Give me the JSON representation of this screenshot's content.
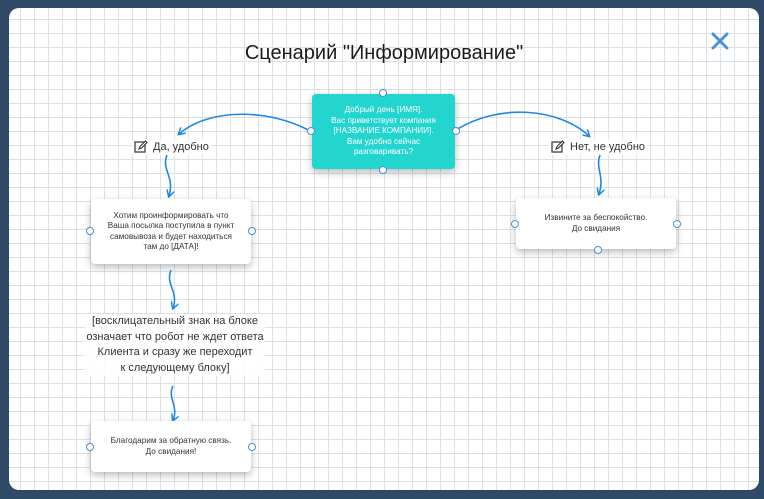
{
  "title": "Сценарий \"Информирование\"",
  "icons": {
    "close": "close-icon",
    "edit": "edit-icon"
  },
  "colors": {
    "start_node": "#22d5cf",
    "connector": "#1e88e5",
    "background": "#2e4a66"
  },
  "nodes": {
    "start": "Добрый день [ИМЯ].\nВас приветствует компания\n[НАЗВАНИЕ КОМПАНИИ].\nВам удобно сейчас\nразговаривать?",
    "inform": "Хотим проинформировать что\nВаша посылка поступила в пункт\nсамовывоза и будет  находиться\nтам до [ДАТА]!",
    "sorry": "Извините за беспокойство.\nДо свидания",
    "thanks": "Благодарим за обратную связь.\nДо свидания!"
  },
  "options": {
    "yes": "Да, удобно",
    "no": "Нет, не удобно"
  },
  "note": "[восклицательный знак на блоке\nозначает что робот не ждет ответа\nКлиента и сразу же переходит\nк следующему блоку]"
}
